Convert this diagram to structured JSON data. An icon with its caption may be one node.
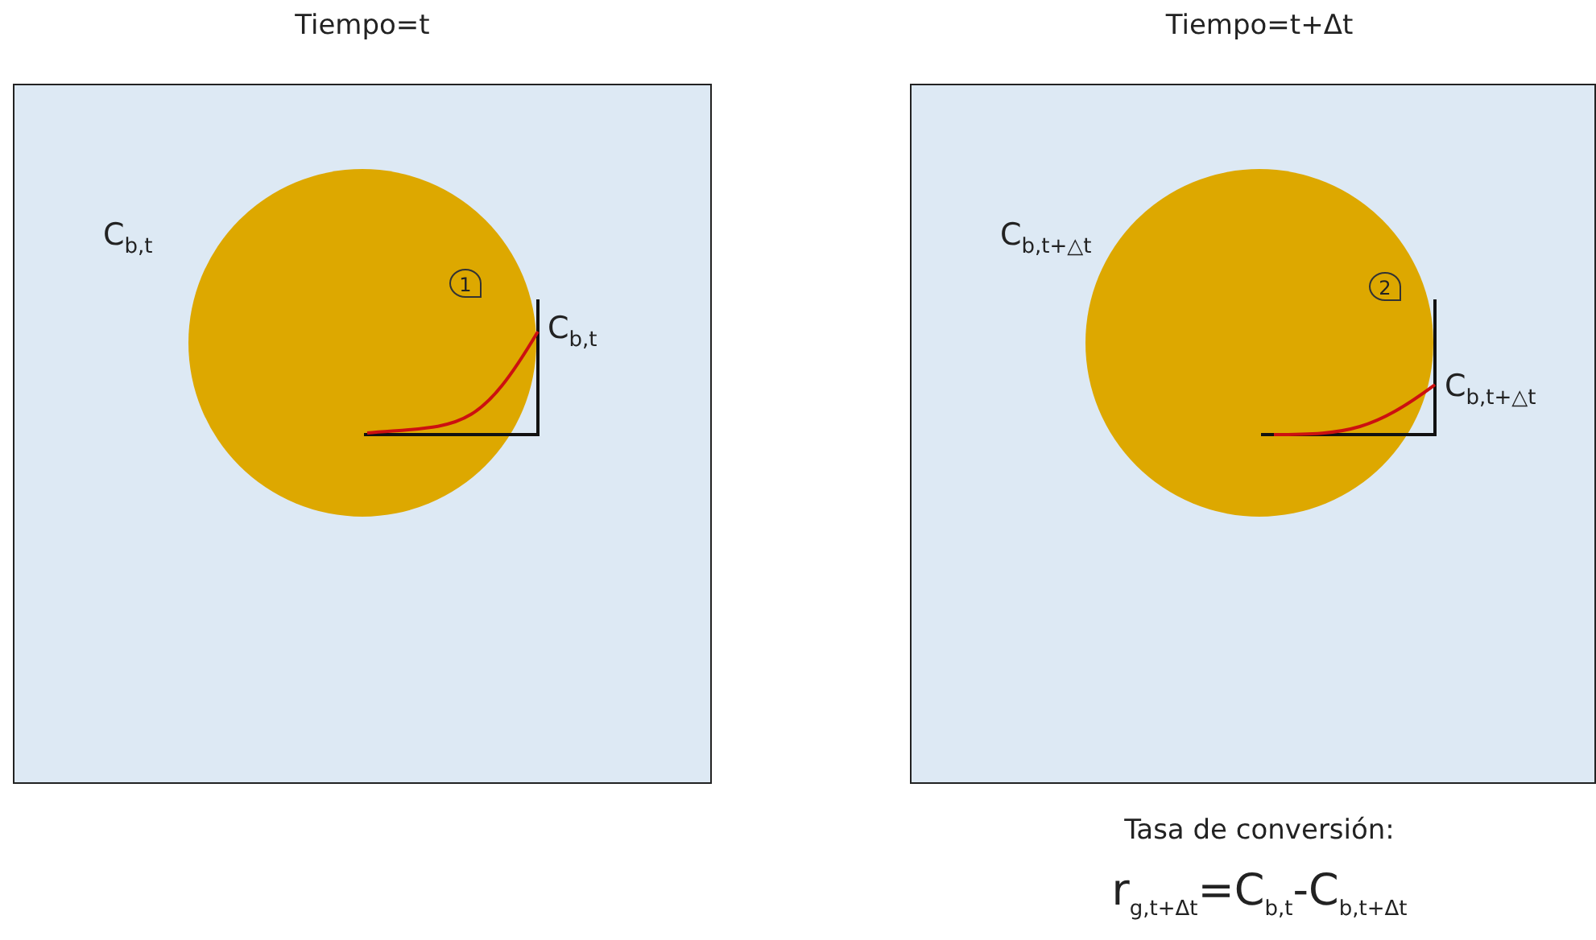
{
  "diagram": {
    "nodes": [
      {
        "text": [
          "Tiempo=t"
        ]
      },
      {
        "text": [],
        "shape": "circle",
        "in": 0
      },
      {
        "text": [
          "1"
        ],
        "in": 1
      },
      {
        "text": [
          "Tiempo=t+Δt"
        ]
      },
      {
        "text": [],
        "shape": "circle",
        "in": 3
      },
      {
        "text": [
          "2"
        ],
        "in": 4
      }
    ],
    "edges": [],
    "labels": [
      "C$_{b,t}$",
      "C$_{b,t}$",
      "C$_{b,t+△t}$",
      "C$_{b,t+△t}$",
      "Tasa de conversión:",
      "r$_{g,t+Δt}$=C$_{b,t}$-C$_{b,t+Δt}$"
    ]
  }
}
